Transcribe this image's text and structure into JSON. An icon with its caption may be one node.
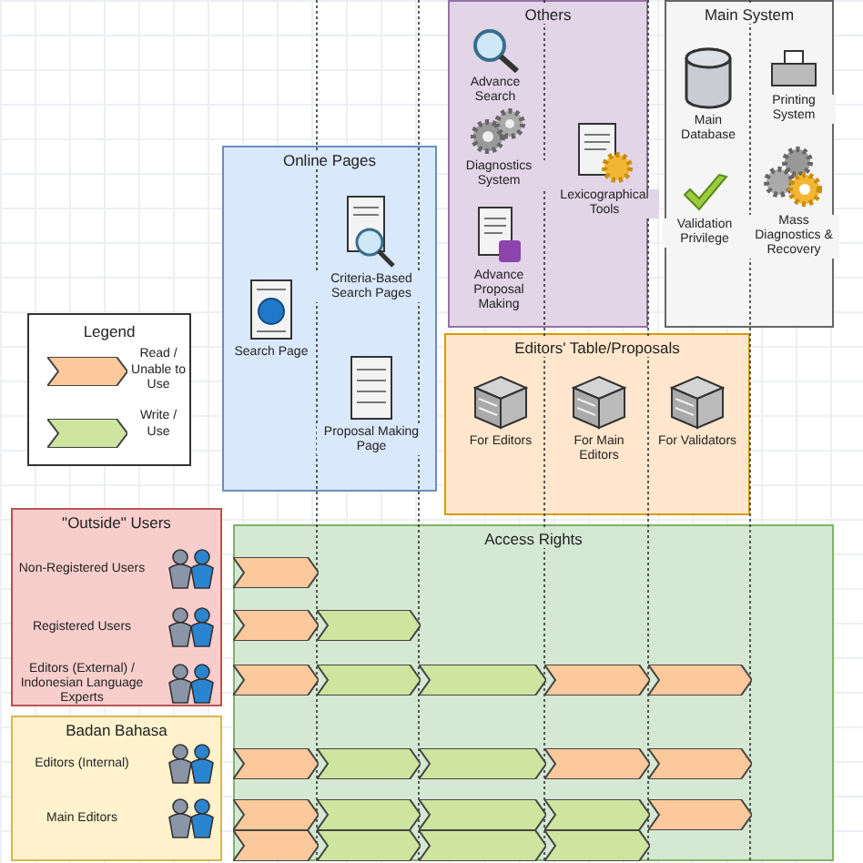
{
  "diagram": {
    "nodes": [
      {
        "text": [
          "Others"
        ]
      },
      {
        "text": [
          "Advance Search"
        ],
        "in": 0
      },
      {
        "text": [
          "Diagnostics System"
        ],
        "in": 0
      },
      {
        "text": [
          "Advance Proposal Making"
        ],
        "in": 0
      },
      {
        "text": [
          "Lexicographical Tools"
        ],
        "in": 0
      },
      {
        "text": [
          "Main System"
        ]
      },
      {
        "text": [
          "Main Database"
        ],
        "in": 5
      },
      {
        "text": [
          "Printing System"
        ],
        "in": 5
      },
      {
        "text": [
          "Validation Privilege"
        ],
        "in": 5
      },
      {
        "text": [
          "Mass Diagnostics & Recovery"
        ],
        "in": 5
      },
      {
        "text": [
          "Online Pages"
        ]
      },
      {
        "text": [
          "Criteria-Based Search Pages"
        ],
        "in": 10
      },
      {
        "text": [
          "Search Page"
        ],
        "in": 10
      },
      {
        "text": [
          "Proposal Making Page"
        ],
        "in": 10
      },
      {
        "text": [
          "Editors' Table/Proposals"
        ]
      },
      {
        "text": [
          "For Editors"
        ],
        "in": 14
      },
      {
        "text": [
          "For Main Editors"
        ],
        "in": 14
      },
      {
        "text": [
          "For Validators"
        ],
        "in": 14
      },
      {
        "text": [
          "\"Outside\" Users"
        ]
      },
      {
        "text": [
          "Non-Registered Users"
        ],
        "in": 18
      },
      {
        "text": [
          "Registered Users"
        ],
        "in": 18
      },
      {
        "text": [
          "Editors (External) / Indonesian Language Experts"
        ],
        "in": 18
      },
      {
        "text": [
          "Badan Bahasa"
        ]
      },
      {
        "text": [
          "Editors (Internal)"
        ],
        "in": 22
      },
      {
        "text": [
          "Main Editors"
        ],
        "in": 22
      },
      {
        "text": [
          "Access Rights"
        ]
      },
      {
        "text": [],
        "shape": "chevron",
        "in": 25
      },
      {
        "text": [],
        "shape": "chevron",
        "in": 25
      },
      {
        "text": [],
        "shape": "chevron",
        "in": 25
      },
      {
        "text": [],
        "shape": "chevron",
        "in": 25
      },
      {
        "text": [],
        "shape": "chevron",
        "in": 25
      },
      {
        "text": [],
        "shape": "chevron",
        "in": 25
      },
      {
        "text": [],
        "shape": "chevron",
        "in": 25
      },
      {
        "text": [],
        "shape": "chevron",
        "in": 25
      },
      {
        "text": [],
        "shape": "chevron",
        "in": 25
      },
      {
        "text": [],
        "shape": "chevron",
        "in": 25
      },
      {
        "text": [],
        "shape": "chevron",
        "in": 25
      },
      {
        "text": [],
        "shape": "chevron",
        "in": 25
      },
      {
        "text": [],
        "shape": "chevron",
        "in": 25
      },
      {
        "text": [],
        "shape": "chevron",
        "in": 25
      },
      {
        "text": [],
        "shape": "chevron",
        "in": 25
      },
      {
        "text": [],
        "shape": "chevron",
        "in": 25
      },
      {
        "text": [],
        "shape": "chevron",
        "in": 25
      },
      {
        "text": [],
        "shape": "chevron",
        "in": 25
      },
      {
        "text": [],
        "shape": "chevron",
        "in": 25
      },
      {
        "text": [],
        "shape": "chevron",
        "in": 25
      },
      {
        "text": [],
        "shape": "chevron",
        "in": 25
      },
      {
        "text": [],
        "shape": "chevron",
        "in": 25
      }
    ],
    "labels": [
      "Legend"
    ],
    "legend": [
      {
        "text": "Read / Unable to Use",
        "color": "#fbc99b"
      },
      {
        "text": "Write / Use",
        "color": "#cde59f"
      }
    ]
  }
}
